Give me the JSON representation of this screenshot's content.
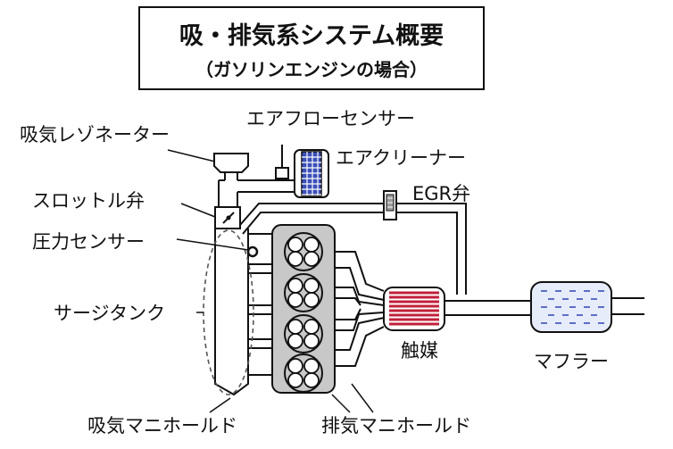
{
  "title": {
    "main": "吸・排気系システム概要",
    "sub": "（ガソリンエンジンの場合）"
  },
  "labels": {
    "resonator": "吸気レゾネーター",
    "airflow_sensor": "エアフローセンサー",
    "air_cleaner": "エアクリーナー",
    "egr_valve": "EGR弁",
    "throttle_valve": "スロットル弁",
    "pressure_sensor": "圧力センサー",
    "surge_tank": "サージタンク",
    "catalyst": "触媒",
    "muffler": "マフラー",
    "intake_manifold": "吸気マニホールド",
    "exhaust_manifold": "排気マニホールド"
  },
  "colors": {
    "line": "#111111",
    "engine_fill": "#c8c8c8",
    "cylinder_fill": "#ffffff",
    "air_cleaner_fill": "#3a4fb8",
    "catalyst_fill": "#c0203a",
    "muffler_fill": "#e7ecfb",
    "muffler_mark": "#3a4fb8",
    "egr_fill": "#9a9a9a"
  }
}
